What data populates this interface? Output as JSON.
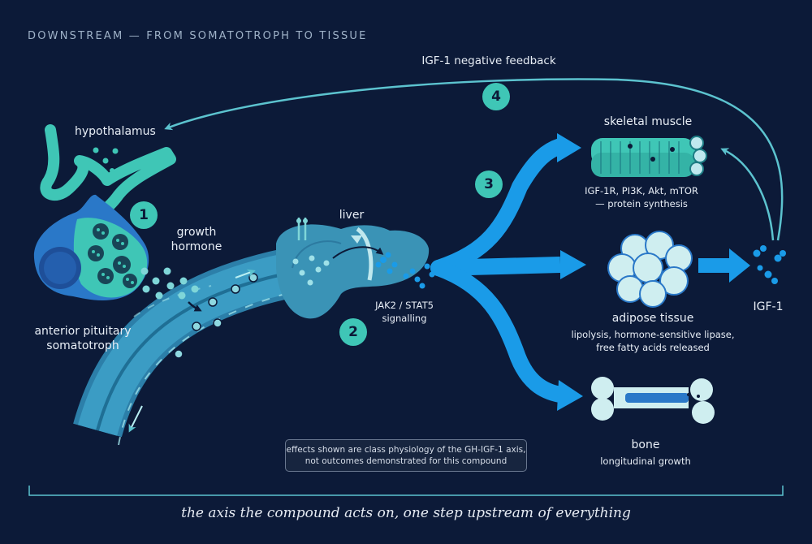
{
  "header": "DOWNSTREAM — FROM SOMATOTROPH TO TISSUE",
  "labels": {
    "hypothalamus": "hypothalamus",
    "growth_hormone_line1": "growth",
    "growth_hormone_line2": "hormone",
    "somatotroph_line1": "anterior pituitary",
    "somatotroph_line2": "somatotroph",
    "liver": "liver",
    "jak_line1": "JAK2 / STAT5",
    "jak_line2": "signalling",
    "feedback": "IGF-1 negative feedback",
    "muscle_title": "skeletal muscle",
    "muscle_line1": "IGF-1R, PI3K, Akt, mTOR",
    "muscle_line2": "— protein synthesis",
    "adipose_title": "adipose tissue",
    "adipose_line1": "lipolysis, hormone-sensitive lipase,",
    "adipose_line2": "free fatty acids released",
    "bone_title": "bone",
    "bone_line1": "longitudinal growth",
    "igf1": "IGF-1"
  },
  "steps": [
    "1",
    "2",
    "3",
    "4"
  ],
  "note": {
    "line1": "effects shown are class physiology of the GH-IGF-1 axis,",
    "line2": "not outcomes demonstrated for this compound"
  },
  "caption": "the axis the compound acts on, one step upstream of everything",
  "colors": {
    "background": "#0c1a38",
    "teal": "#3fc6b6",
    "bright_blue": "#1a9be8",
    "cell_blue": "#2a78c8",
    "tissue_light": "#cfeef0"
  }
}
